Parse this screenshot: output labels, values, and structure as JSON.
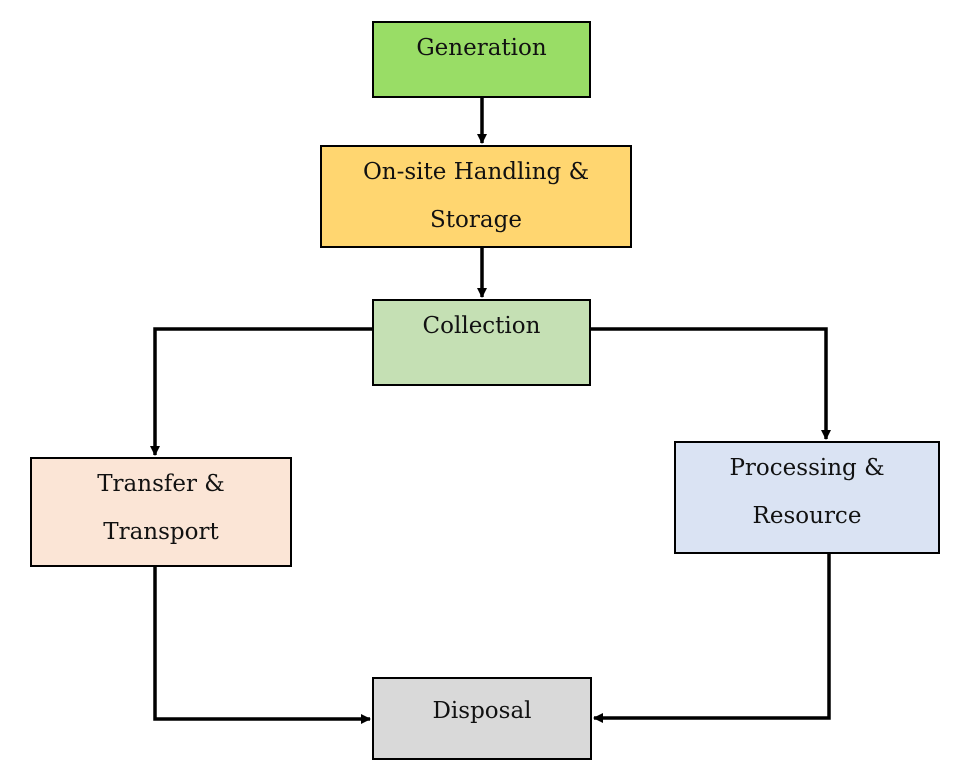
{
  "diagram": {
    "nodes": {
      "generation": {
        "label": "Generation",
        "fill": "#99dd66"
      },
      "onsite": {
        "label_line1": "On-site Handling &",
        "label_line2": "Storage",
        "fill": "#ffd670"
      },
      "collection": {
        "label": "Collection",
        "fill": "#c5e0b4"
      },
      "transfer": {
        "label_line1": "Transfer &",
        "label_line2": "Transport",
        "fill": "#fbe5d6"
      },
      "processing": {
        "label_line1": "Processing &",
        "label_line2": "Resource",
        "fill": "#dae3f3"
      },
      "disposal": {
        "label": "Disposal",
        "fill": "#d9d9d9"
      }
    },
    "edges": [
      {
        "from": "generation",
        "to": "onsite"
      },
      {
        "from": "onsite",
        "to": "collection"
      },
      {
        "from": "collection",
        "to": "transfer"
      },
      {
        "from": "collection",
        "to": "processing"
      },
      {
        "from": "transfer",
        "to": "disposal"
      },
      {
        "from": "processing",
        "to": "disposal"
      }
    ],
    "line_color": "#000000"
  }
}
